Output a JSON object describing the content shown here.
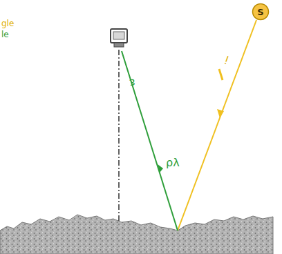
{
  "diagram": {
    "nodes": [
      {
        "text": [
          "S"
        ]
      }
    ],
    "labels": [
      "gle",
      "le",
      "i",
      "ε",
      "ρλ"
    ]
  }
}
